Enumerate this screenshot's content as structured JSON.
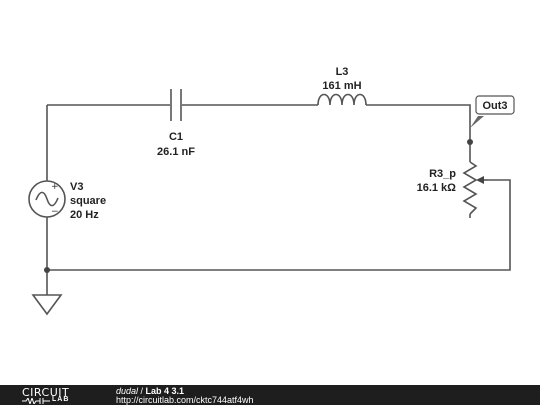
{
  "components": {
    "c1": {
      "name": "C1",
      "value": "26.1 nF"
    },
    "l3": {
      "name": "L3",
      "value": "161 mH"
    },
    "v3": {
      "name": "V3",
      "wave": "square",
      "freq": "20 Hz"
    },
    "r3": {
      "name": "R3_p",
      "value": "16.1 kΩ"
    },
    "probe": {
      "label": "Out3"
    }
  },
  "footer": {
    "logo_top": "CIRCUIT",
    "logo_bottom": "LAB",
    "user": "dudal",
    "separator": " / ",
    "title": "Lab 4 3.1",
    "url": "http://circuitlab.com/cktc744atf4wh"
  }
}
